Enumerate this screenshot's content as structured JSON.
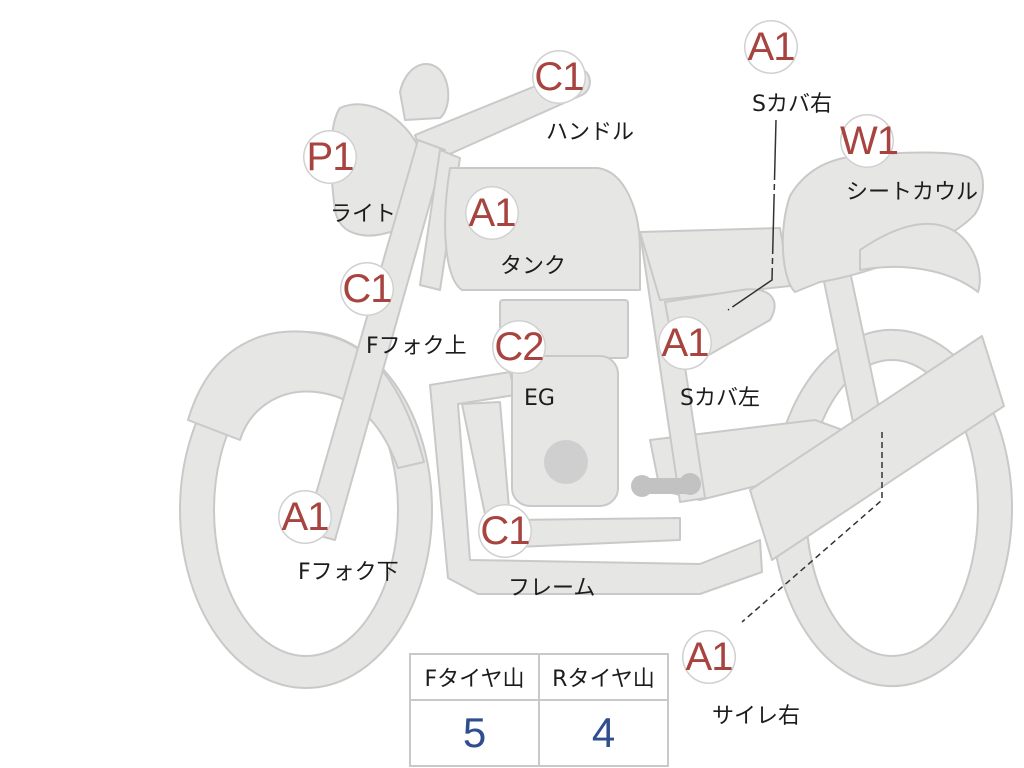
{
  "colors": {
    "body_fill": "#e6e6e4",
    "body_stroke": "#c9c9c9",
    "marker_text": "#a8443f",
    "value_text": "#2f4d8f"
  },
  "parts": [
    {
      "code": "C1",
      "label": "ハンドル"
    },
    {
      "code": "A1",
      "label": "Sカバ右"
    },
    {
      "code": "W1",
      "label": "シートカウル"
    },
    {
      "code": "P1",
      "label": "ライト"
    },
    {
      "code": "A1",
      "label": "タンク"
    },
    {
      "code": "C1",
      "label": "Fフォク上"
    },
    {
      "code": "C2",
      "label": "EG"
    },
    {
      "code": "A1",
      "label": "Sカバ左"
    },
    {
      "code": "A1",
      "label": "Fフォク下"
    },
    {
      "code": "C1",
      "label": "フレーム"
    },
    {
      "code": "A1",
      "label": "サイレ右"
    }
  ],
  "tire_table": {
    "headers": [
      "Fタイヤ山",
      "Rタイヤ山"
    ],
    "values": [
      "5",
      "4"
    ]
  }
}
